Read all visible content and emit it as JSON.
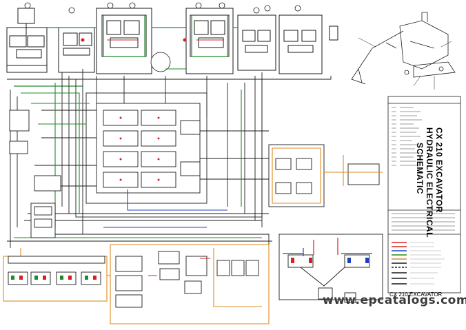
{
  "diagram": {
    "title_lines": [
      "CX 210 EXCAVATOR",
      "HYDRAULIC ELECTRICAL",
      "SCHEMATIC"
    ],
    "footer_title": "CX 210 EXCAVATOR",
    "watermark": "www.epcatalogs.com",
    "colors": {
      "red": "#d92020",
      "green": "#1e8a2a",
      "blue": "#2040c0",
      "orange": "#e08a20",
      "dark": "#1a1a1a"
    }
  }
}
